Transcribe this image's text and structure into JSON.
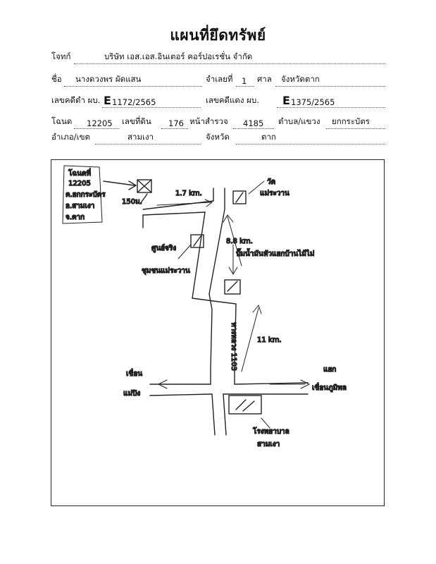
{
  "title": "แผนที่ยึดทรัพย์",
  "form": {
    "plaintiff_label": "โจทก์",
    "plaintiff_value": "บริษัท เอส.เอส.อินเตอร์ คอร์ปอเรชั่น จำกัด",
    "name_label": "ชื่อ",
    "name_value": "นางดวงพร ผัดแสน",
    "defendant_no_label": "จำเลยที่",
    "defendant_no_value": "1",
    "court_label": "ศาล",
    "court_value": "จังหวัดตาก",
    "black_case_label": "เลขคดีดำ ผบ.",
    "black_case_prefix": "E",
    "black_case_value": "1172/2565",
    "red_case_label": "เลขคดีแดง ผบ.",
    "red_case_prefix": "E",
    "red_case_value": "1375/2565",
    "deed_label": "โฉนด",
    "deed_value": "12205",
    "land_no_label": "เลขที่ดิน",
    "land_no_value": "176",
    "survey_label": "หน้าสำรวจ",
    "survey_value": "4185",
    "subdistrict_label": "ตำบล/แขวง",
    "subdistrict_value": "ยกกระบัตร",
    "district_label": "อำเภอ/เขต",
    "district_value": "สามเงา",
    "province_label": "จังหวัด",
    "province_value": "ตาก"
  },
  "map": {
    "deed_note": [
      "โฉนดที่",
      "12205",
      "ต.ยกกระบัตร",
      "อ.สามเงา",
      "จ.ตาก"
    ],
    "dist_150": "150ม.",
    "dist_17": "1.7 km.",
    "temple_label": [
      "วัด",
      "แม่ระวาน"
    ],
    "dist_88": "8.8 km.",
    "center_label": [
      "ศูนย์จริง",
      "ชุมชนแม่ระวาน"
    ],
    "gas_label": "ปั๊มน้ำมันหัวแยกบ้านไม้ไม่",
    "road_label": "ทางหลวง 1103",
    "dist_11": "11 km.",
    "left_label": [
      "เขื่อน",
      "แม่ปิง"
    ],
    "right_label": [
      "แยก",
      "เขื่อนภูมิพล"
    ],
    "hospital_label": [
      "โรงพยาบาล",
      "สามเงา"
    ]
  },
  "colors": {
    "ink": "#111111",
    "line": "#222222"
  }
}
